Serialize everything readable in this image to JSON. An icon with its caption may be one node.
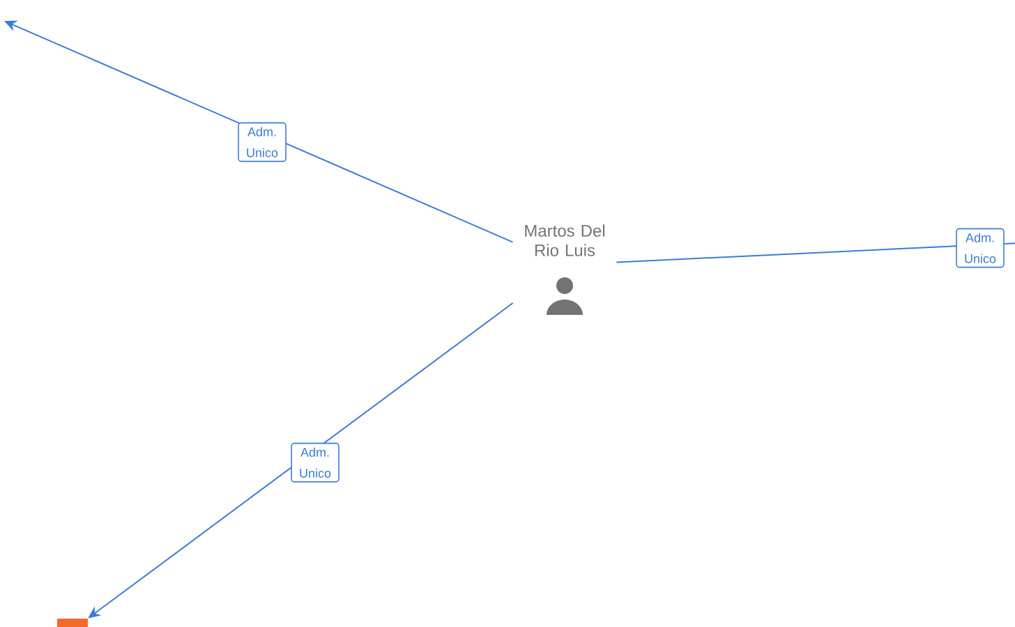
{
  "diagram": {
    "nodes": [
      {
        "text": [
          "Martos Del Rio Luis"
        ]
      },
      {
        "text": [],
        "shape": "box"
      }
    ],
    "edges": [
      {
        "from": 0,
        "to": null,
        "arrow": "to",
        "label": "Adm. Unico"
      },
      {
        "from": 0,
        "to": null,
        "arrow": "none",
        "label": "Adm. Unico"
      },
      {
        "from": 0,
        "to": 1,
        "arrow": "to",
        "label": "Adm. Unico"
      }
    ]
  }
}
